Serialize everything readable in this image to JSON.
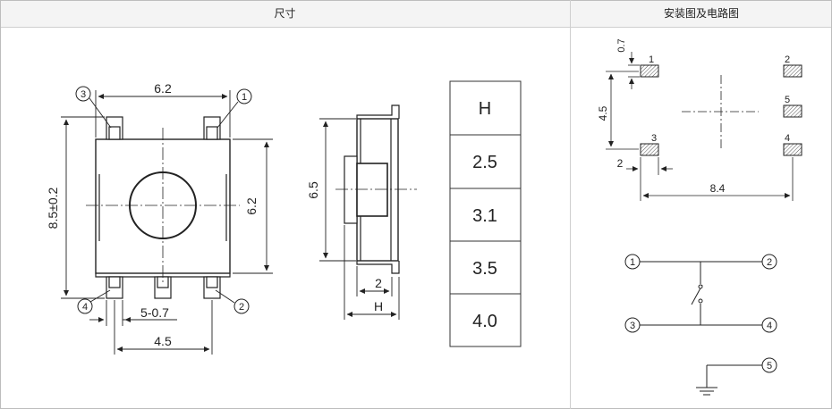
{
  "headers": {
    "left": "尺寸",
    "right": "安装图及电路图"
  },
  "front_view": {
    "dim_top": "6.2",
    "dim_right": "6.2",
    "dim_left": "8.5±0.2",
    "dim_pins": "5-0.7",
    "dim_bottom": "4.5",
    "pins": [
      "1",
      "2",
      "3",
      "4"
    ]
  },
  "side_view": {
    "dim_height": "6.5",
    "dim_width": "2",
    "dim_h": "H"
  },
  "h_table": {
    "header": "H",
    "values": [
      "2.5",
      "3.1",
      "3.5",
      "4.0"
    ]
  },
  "footprint": {
    "dim_pad": "0.7",
    "dim_pitch": "4.5",
    "dim_pad_w": "2",
    "dim_span": "8.4",
    "pads": [
      "1",
      "2",
      "5",
      "3",
      "4"
    ]
  },
  "circuit": {
    "nodes": [
      "1",
      "2",
      "3",
      "4",
      "5"
    ]
  }
}
